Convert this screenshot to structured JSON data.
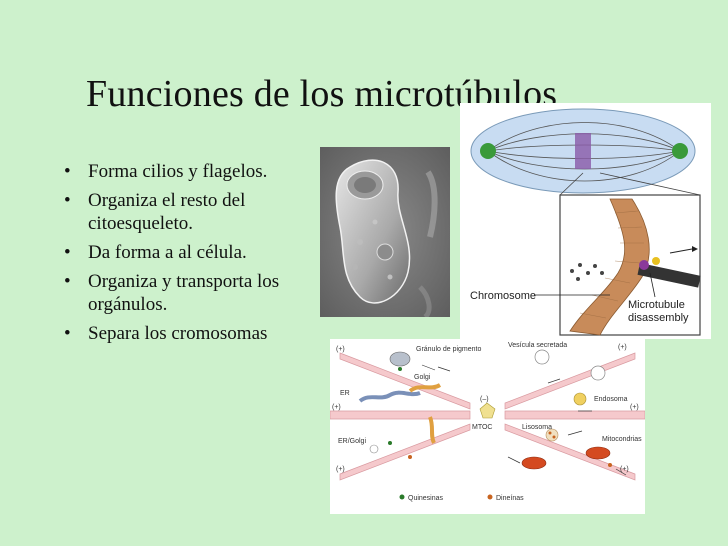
{
  "slide": {
    "title": "Funciones de los microtúbulos",
    "bullets": [
      "Forma cilios y flagelos.",
      "Organiza el resto del citoesqueleto.",
      "Da forma a al célula.",
      "Organiza y transporta los orgánulos.",
      "Separa los cromosomas"
    ],
    "bullet_glyph": "•"
  },
  "mitosis_figure": {
    "label_chromosome": "Chromosome",
    "label_microtubule": "Microtubule",
    "label_disassembly": "disassembly"
  },
  "transport_figure": {
    "label_granulo": "Gránulo de pigmento",
    "label_vesicula": "Vesícula secretada",
    "label_golgi": "Golgi",
    "label_er": "ER",
    "label_ergolgi": "ER/Golgi",
    "label_endosoma": "Endosoma",
    "label_lisosoma": "Lisosoma",
    "label_mtoc": "MTOC",
    "label_minus": "(–)",
    "label_plus_tl": "(+)",
    "label_plus_tr": "(+)",
    "label_plus_ml": "(+)",
    "label_plus_mr": "(+)",
    "label_plus_bl": "(+)",
    "label_plus_br": "(+)",
    "label_mitocondrias": "Mitocondrias",
    "label_quinesinas": "Quinesinas",
    "label_dineinas": "Dineínas"
  },
  "colors": {
    "background": "#cdf1cc",
    "microtubule": "#f4c4c8",
    "kinesin": "#2a7a2a",
    "dynein": "#c86420",
    "chromosome": "#c88b5a"
  }
}
